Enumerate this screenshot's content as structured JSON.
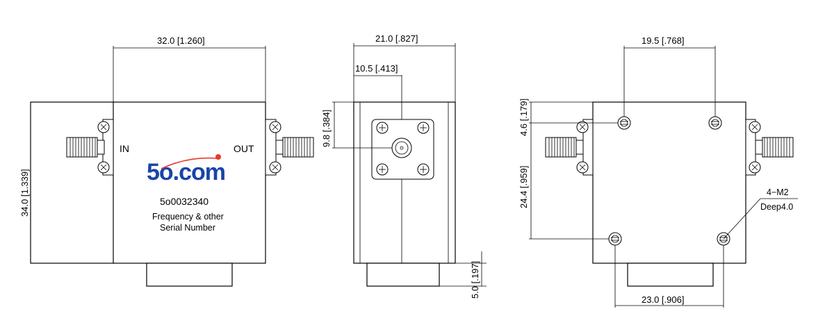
{
  "front_view": {
    "width_dim": "32.0 [1.260]",
    "height_dim": "34.0 [1.339]",
    "in_label": "IN",
    "out_label": "OUT",
    "logo_text": "5o.com",
    "part_number": "5o0032340",
    "note_line1": "Frequency & other",
    "note_line2": "Serial Number",
    "logo_color": "#1a44a8",
    "logo_dot_color": "#e8392a"
  },
  "side_view": {
    "width_dim": "21.0 [.827]",
    "center_dim": "10.5 [.413]",
    "height_dim": "9.8 [.384]",
    "foot_dim": "5.0 [.197]"
  },
  "bottom_view": {
    "top_spacing_dim": "19.5 [.768]",
    "upper_dim": "4.6 [.179]",
    "vertical_spacing_dim": "24.4 [.959]",
    "bottom_spacing_dim": "23.0 [.906]",
    "hole_callout_line1": "4−M2",
    "hole_callout_line2": "Deep4.0"
  }
}
